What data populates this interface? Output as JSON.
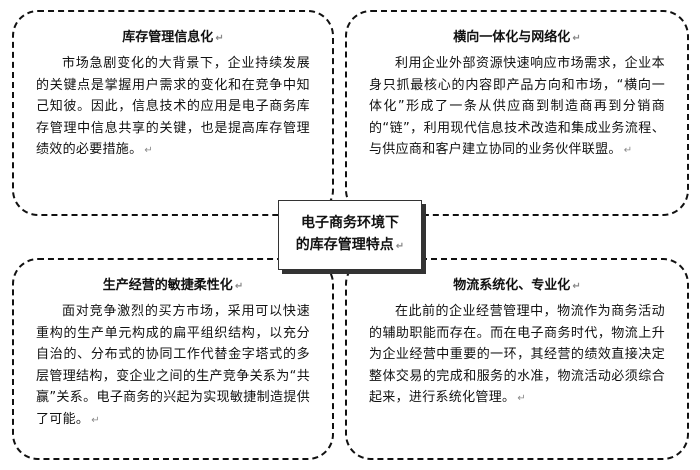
{
  "center": {
    "line1": "电子商务环境下",
    "line2": "的库存管理特点"
  },
  "return_mark": "↵",
  "cards": {
    "top_left": {
      "title": "库存管理信息化",
      "body": "市场急剧变化的大背景下，企业持续发展的关键点是掌握用户需求的变化和在竞争中知己知彼。因此，信息技术的应用是电子商务库存管理中信息共享的关键，也是提高库存管理绩效的必要措施。"
    },
    "top_right": {
      "title": "横向一体化与网络化",
      "body": "利用企业外部资源快速响应市场需求，企业本身只抓最核心的内容即产品方向和市场，“横向一体化”形成了一条从供应商到制造商再到分销商的“链”，利用现代信息技术改造和集成业务流程、与供应商和客户建立协同的业务伙伴联盟。"
    },
    "bottom_left": {
      "title": "生产经营的敏捷柔性化",
      "body": "面对竞争激烈的买方市场，采用可以快速重构的生产单元构成的扁平组织结构，以充分自治的、分布式的协同工作代替金字塔式的多层管理结构，变企业之间的生产竞争关系为“共赢”关系。电子商务的兴起为实现敏捷制造提供了可能。"
    },
    "bottom_right": {
      "title": "物流系统化、专业化",
      "body": "在此前的企业经营管理中，物流作为商务活动的辅助职能而存在。而在电子商务时代，物流上升为企业经营中重要的一环，其经营的绩效直接决定整体交易的完成和服务的水准，物流活动必须综合起来，进行系统化管理。"
    }
  }
}
